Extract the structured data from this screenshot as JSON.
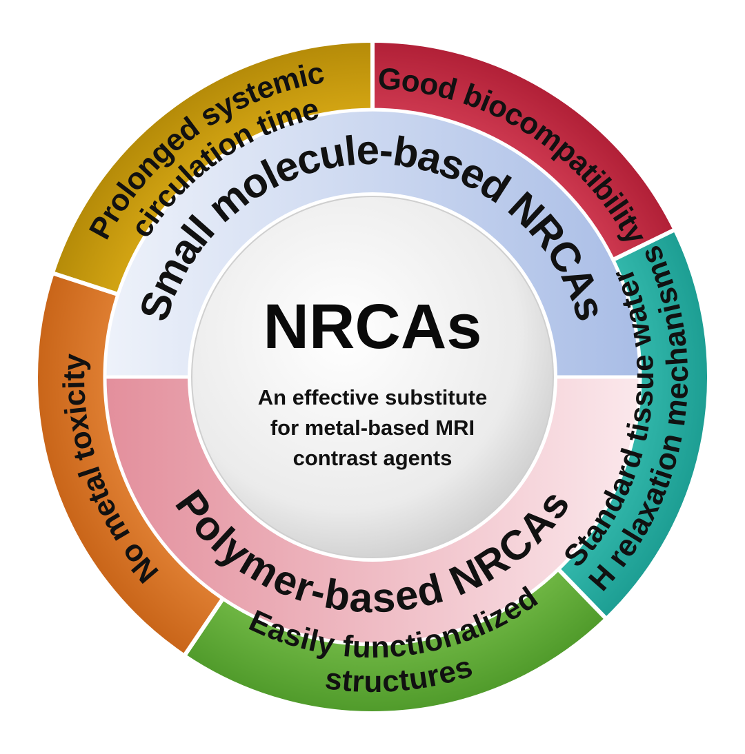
{
  "center": {
    "title": "NRCAs",
    "subtitle_lines": [
      "An effective substitute",
      "for metal-based MRI",
      "contrast agents"
    ]
  },
  "middle_ring": [
    {
      "label": "Small molecule-based NRCAs",
      "color_from": "#eef2fa",
      "color_to": "#a9bde6"
    },
    {
      "label": "Polymer-based NRCAs",
      "color_from": "#e38f9c",
      "color_to": "#fbe8ec"
    }
  ],
  "outer_ring": [
    {
      "lines": [
        "Prolonged systemic",
        "circulation time"
      ],
      "color": "#e0b018",
      "color_dark": "#b48a08"
    },
    {
      "lines": [
        "Good biocompatibility"
      ],
      "color": "#d9435a",
      "color_dark": "#b01f36"
    },
    {
      "lines": [
        "Standard tissue water",
        "¹H relaxation mechanisms"
      ],
      "color": "#3cc3b6",
      "color_dark": "#1c9d92"
    },
    {
      "lines": [
        "Easily functionalized",
        "structures"
      ],
      "color": "#7cc24e",
      "color_dark": "#4f9a2a"
    },
    {
      "lines": [
        "No metal toxicity"
      ],
      "color": "#e8893c",
      "color_dark": "#c86418"
    }
  ]
}
